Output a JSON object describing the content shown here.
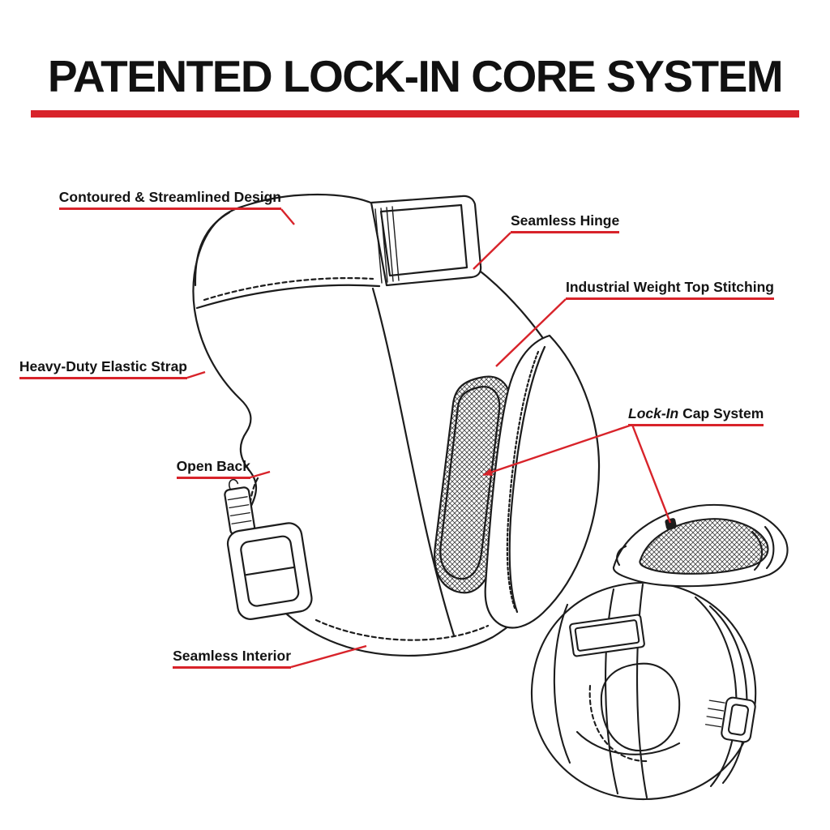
{
  "title": "PATENTED LOCK-IN CORE SYSTEM",
  "colors": {
    "accent": "#D8232A",
    "ink": "#1C1C1C",
    "background": "#FFFFFF"
  },
  "labels": {
    "contoured": "Contoured & Streamlined Design",
    "hinge": "Seamless Hinge",
    "stitching": "Industrial Weight Top Stitching",
    "strap": "Heavy-Duty Elastic Strap",
    "lockin_italic": "Lock-In",
    "lockin_rest": " Cap System",
    "open_back": "Open Back",
    "interior": "Seamless Interior"
  }
}
